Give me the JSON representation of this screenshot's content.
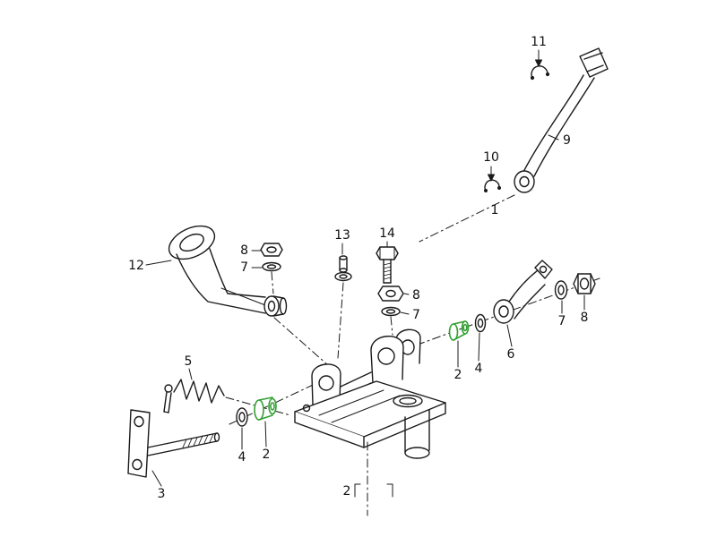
{
  "diagram": {
    "background": "#ffffff",
    "line_color": "#1a1a1a",
    "highlight_color": "#33a033",
    "highlighted_part_label": "2",
    "callouts": {
      "c11": "11",
      "c9": "9",
      "c10": "10",
      "c1": "1",
      "c12": "12",
      "c8_left": "8",
      "c7_left": "7",
      "c13": "13",
      "c14": "14",
      "c8_mid": "8",
      "c7_mid": "7",
      "c2_right": "2",
      "c4_right": "4",
      "c6": "6",
      "c7_right": "7",
      "c8_right": "8",
      "c5": "5",
      "c3": "3",
      "c4_left": "4",
      "c2_left": "2",
      "c2_bottom": "2"
    }
  }
}
